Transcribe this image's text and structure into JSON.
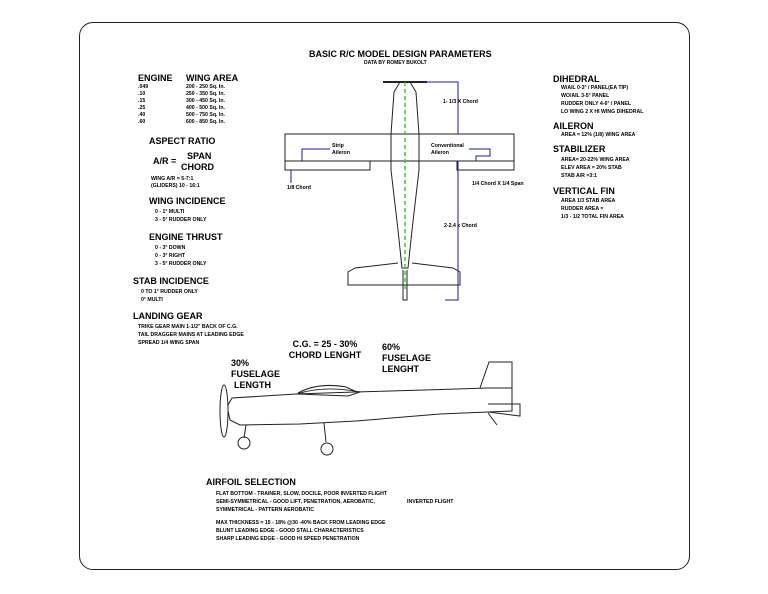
{
  "header": {
    "title": "BASIC R/C MODEL DESIGN PARAMETERS",
    "credit": "DATA BY ROMEY BUKOLT"
  },
  "engine_table": {
    "engine_header": "ENGINE",
    "wing_area_header": "WING AREA",
    "rows": [
      {
        "engine": ".049",
        "area": "200 - 250 Sq. In."
      },
      {
        "engine": ".10",
        "area": "250 - 350 Sq. In."
      },
      {
        "engine": ".15",
        "area": "300 - 450 Sq. In."
      },
      {
        "engine": ".25",
        "area": "400 - 500 Sq. In."
      },
      {
        "engine": ".40",
        "area": "500 - 750 Sq. In."
      },
      {
        "engine": ".60",
        "area": "600 - 850 Sq. In."
      }
    ]
  },
  "aspect_ratio": {
    "heading": "ASPECT RATIO",
    "formula_lhs": "A/R =",
    "numerator": "SPAN",
    "denominator": "CHORD",
    "lines": [
      "WING A/R = 5-7:1",
      "(GLIDERS) 10 - 16:1"
    ]
  },
  "wing_incidence": {
    "heading": "WING INCIDENCE",
    "lines": [
      "0 - 1° MULTI",
      "3 - 5° RUDDER ONLY"
    ]
  },
  "engine_thrust": {
    "heading": "ENGINE THRUST",
    "lines": [
      "0 - 3° DOWN",
      "0 - 3° RIGHT",
      "3 - 5° RUDDER ONLY"
    ]
  },
  "stab_incidence": {
    "heading": "STAB INCIDENCE",
    "lines": [
      "0 TO 1° RUDDER ONLY",
      "0° MULTI"
    ]
  },
  "landing_gear": {
    "heading": "LANDING GEAR",
    "lines": [
      "TRIKE GEAR MAIN 1-1/2\" BACK OF C.G.",
      "TAIL DRAGGER MAINS AT LEADING EDGE",
      "SPREAD 1/4 WING SPAN"
    ]
  },
  "dihedral": {
    "heading": "DIHEDRAL",
    "lines": [
      "W/AIL 0-3° / PANEL(EA TIP)",
      "WO/AIL 3-5° PANEL",
      "RUDDER ONLY 4-6° / PANEL",
      "LO WING 2 X HI WING DIHEDRAL"
    ]
  },
  "aileron": {
    "heading": "AILERON",
    "lines": [
      "AREA = 12% (1/8) WING AREA"
    ]
  },
  "stabilizer": {
    "heading": "STABILIZER",
    "lines": [
      "AREA= 20-22% WING AREA",
      "ELEV AREA = 20% STAB",
      "STAB A/R =3:1"
    ]
  },
  "vertical_fin": {
    "heading": "VERTICAL FIN",
    "lines": [
      "AREA 1/3 STAB AREA",
      "RUDDER AREA =",
      "1/3 - 1/2 TOTAL FIN AREA"
    ]
  },
  "top_view_labels": {
    "nose_chord": "1- 1/3 X Chord",
    "strip_aileron": [
      "Strip",
      "Aileron"
    ],
    "conventional_aileron": [
      "Conventional",
      "Aileron"
    ],
    "eighth_chord": "1/8 Chord",
    "quarter_chord": "1/4 Chord X 1/4 Span",
    "tail_chord": "2-2.4 x Chord"
  },
  "side_view_labels": {
    "cg": [
      "C.G. = 25 - 30%",
      "CHORD LENGHT"
    ],
    "fuselage_30": [
      "30%",
      "FUSELAGE",
      "LENGTH"
    ],
    "fuselage_60": [
      "60%",
      "FUSELAGE",
      "LENGHT"
    ]
  },
  "airfoil": {
    "heading": "AIRFOIL SELECTION",
    "flat_bottom": "FLAT BOTTOM - TRAINER, SLOW, DOCILE, POOR INVERTED FLIGHT",
    "semi_symmetrical": "SEMI-SYMMETRICAL - GOOD LIFT, PENETRATION, AEROBATIC,",
    "semi_symmetrical_2": "INVERTED FLIGHT",
    "symmetrical": "SYMMETRICAL - PATTERN AEROBATIC",
    "max_thickness": "MAX THICKNESS = 15 - 18% @30 -40% BACK FROM LEADING EDGE",
    "blunt": "BLUNT LEADING EDGE - GOOD STALL CHARACTERISTICS",
    "sharp": "SHARP LEADING EDGE - GOOD HI SPEED PENETRATION"
  },
  "colors": {
    "border": "#222222",
    "dimension_line": "#1a1aaa",
    "centerline": "#22cc22"
  }
}
